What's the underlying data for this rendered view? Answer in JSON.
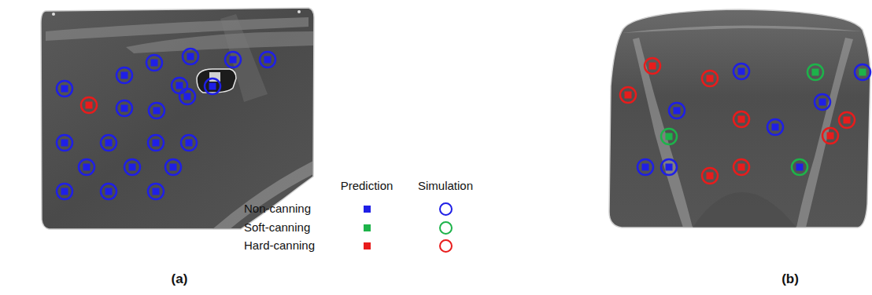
{
  "diagram": {
    "labels": [
      "Prediction",
      "Simulation",
      "(a)",
      "(b)"
    ],
    "legend": [
      {
        "text": "Non-canning",
        "color": "#1f1fe6"
      },
      {
        "text": "Soft-canning",
        "color": "#1db34a"
      },
      {
        "text": "Hard-canning",
        "color": "#e81c1c"
      }
    ]
  }
}
